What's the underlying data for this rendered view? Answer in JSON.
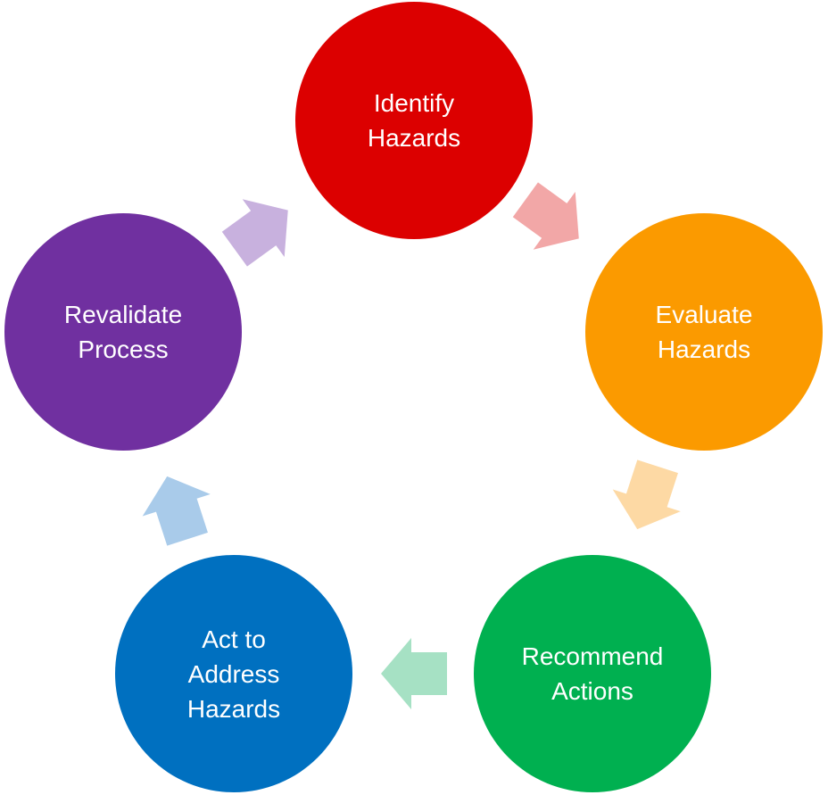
{
  "diagram": {
    "type": "cycle",
    "steps": [
      {
        "id": "identify",
        "lines": [
          "Identify",
          "Hazards"
        ],
        "color": "#dc0000"
      },
      {
        "id": "evaluate",
        "lines": [
          "Evaluate",
          "Hazards"
        ],
        "color": "#fb9a00"
      },
      {
        "id": "recommend",
        "lines": [
          "Recommend",
          "Actions"
        ],
        "color": "#00b050"
      },
      {
        "id": "act",
        "lines": [
          "Act to",
          "Address",
          "Hazards"
        ],
        "color": "#0070c0"
      },
      {
        "id": "revalidate",
        "lines": [
          "Revalidate",
          "Process"
        ],
        "color": "#7030a0"
      }
    ],
    "arrows": [
      {
        "from": "identify",
        "to": "evaluate",
        "color": "#f2a7a7"
      },
      {
        "from": "evaluate",
        "to": "recommend",
        "color": "#fdd9a4"
      },
      {
        "from": "recommend",
        "to": "act",
        "color": "#a6e1c4"
      },
      {
        "from": "act",
        "to": "revalidate",
        "color": "#a9cbea"
      },
      {
        "from": "revalidate",
        "to": "identify",
        "color": "#c8b1de"
      }
    ]
  }
}
